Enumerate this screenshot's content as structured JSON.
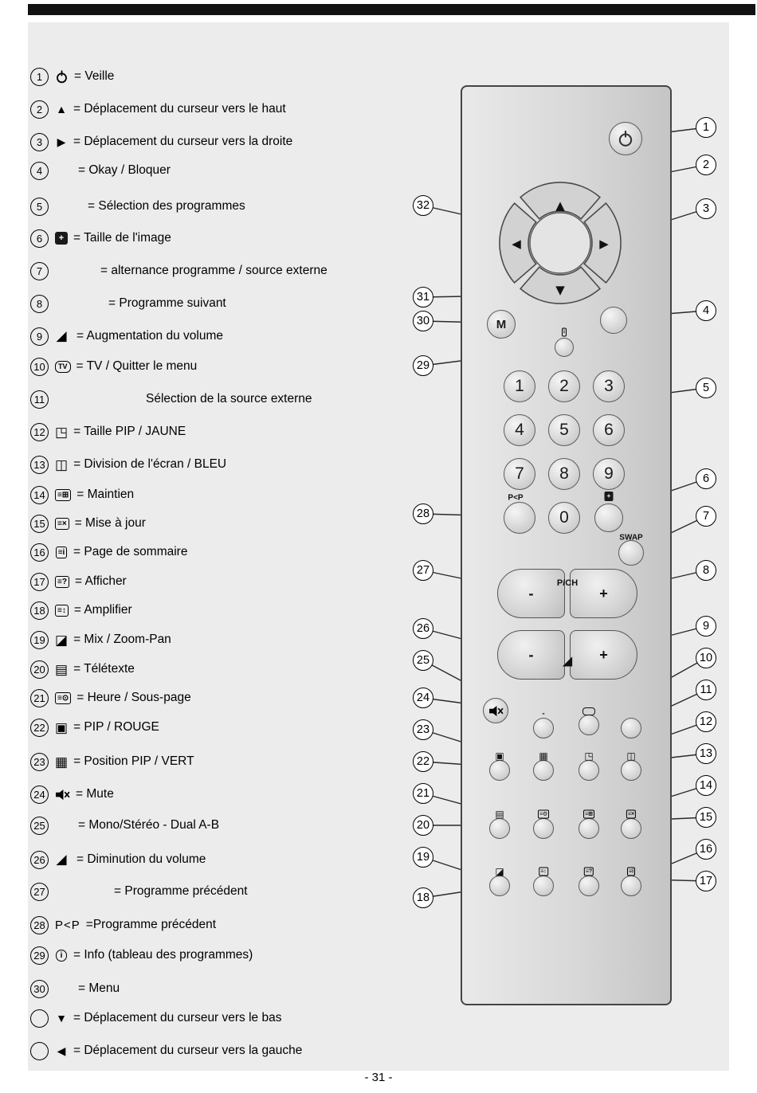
{
  "page": {
    "footer": "- 31 -"
  },
  "colors": {
    "topbar": "#121212",
    "panel_bg": "#ececec"
  },
  "legend": {
    "items": [
      {
        "num": "1",
        "icon": "power",
        "text": "= Veille"
      },
      {
        "num": "2",
        "icon": "cursor-up",
        "text": "= Déplacement du curseur vers le haut"
      },
      {
        "num": "3",
        "icon": "cursor-right",
        "text": "= Déplacement du curseur vers la droite"
      },
      {
        "num": "4",
        "icon": "none",
        "text": "= Okay / Bloquer",
        "indent": 29
      },
      {
        "num": "5",
        "icon": "none",
        "text": "= Sélection des programmes",
        "indent": 41
      },
      {
        "num": "6",
        "icon": "image-size",
        "text": "= Taille de l'image"
      },
      {
        "num": "7",
        "icon": "none",
        "text": "= alternance programme / source externe",
        "indent": 57
      },
      {
        "num": "8",
        "icon": "none",
        "text": "= Programme suivant",
        "indent": 67
      },
      {
        "num": "9",
        "icon": "volume",
        "text": "= Augmentation du volume",
        "indent": 4
      },
      {
        "num": "10",
        "icon": "tv",
        "text": "= TV / Quitter le menu"
      },
      {
        "num": "11",
        "icon": "none",
        "text": "Sélection de la source externe",
        "indent": 114
      },
      {
        "num": "12",
        "icon": "pip-size",
        "text": "= Taille PIP / JAUNE"
      },
      {
        "num": "13",
        "icon": "split-screen",
        "text": "= Division de l'écran / BLEU"
      },
      {
        "num": "14",
        "icon": "hold",
        "text": "= Maintien"
      },
      {
        "num": "15",
        "icon": "update",
        "text": "= Mise à jour"
      },
      {
        "num": "16",
        "icon": "index-page",
        "text": "= Page de sommaire"
      },
      {
        "num": "17",
        "icon": "reveal",
        "text": "= Afficher"
      },
      {
        "num": "18",
        "icon": "expand",
        "text": "= Amplifier"
      },
      {
        "num": "19",
        "icon": "mix",
        "text": "= Mix / Zoom-Pan"
      },
      {
        "num": "20",
        "icon": "teletext",
        "text": "= Télétexte"
      },
      {
        "num": "21",
        "icon": "time",
        "text": "= Heure / Sous-page"
      },
      {
        "num": "22",
        "icon": "pip",
        "text": "= PIP / ROUGE"
      },
      {
        "num": "23",
        "icon": "pip-position",
        "text": "= Position PIP / VERT"
      },
      {
        "num": "24",
        "icon": "mute",
        "text": "= Mute"
      },
      {
        "num": "25",
        "icon": "none",
        "text": "= Mono/Stéréo - Dual A-B",
        "indent": 29
      },
      {
        "num": "26",
        "icon": "volume",
        "text": "=  Diminution du volume",
        "indent": 4
      },
      {
        "num": "27",
        "icon": "none",
        "text": "= Programme précédent",
        "indent": 74
      },
      {
        "num": "28",
        "icon": "p-less-p",
        "text": "=Programme précédent"
      },
      {
        "num": "29",
        "icon": "info",
        "text": "= Info (tableau des programmes)"
      },
      {
        "num": "30",
        "icon": "none",
        "text": "= Menu",
        "indent": 29
      },
      {
        "num": "",
        "icon": "cursor-down",
        "text": "= Déplacement du curseur vers le bas"
      },
      {
        "num": "",
        "icon": "cursor-left",
        "text": "= Déplacement du curseur vers la gauche"
      }
    ]
  },
  "callouts": {
    "right": [
      "1",
      "2",
      "3",
      "4",
      "5",
      "6",
      "7",
      "8",
      "9",
      "10",
      "11",
      "12",
      "13",
      "14",
      "15",
      "16",
      "17"
    ],
    "left": [
      "32",
      "31",
      "30",
      "29",
      "28",
      "27",
      "26",
      "25",
      "24",
      "23",
      "22",
      "21",
      "20",
      "19",
      "18"
    ]
  },
  "remote": {
    "m_label": "M",
    "digits": [
      "1",
      "2",
      "3",
      "4",
      "5",
      "6",
      "7",
      "8",
      "9",
      "0"
    ],
    "pp_label": "P<P",
    "swap_label": "SWAP",
    "pch_label": "P/CH",
    "mono_label": "-",
    "minus": "-",
    "plus": "+",
    "dpad": {
      "up": "▲",
      "right": "▶",
      "down": "▼",
      "left": "◀"
    }
  },
  "icons": {
    "volume": "◢"
  }
}
